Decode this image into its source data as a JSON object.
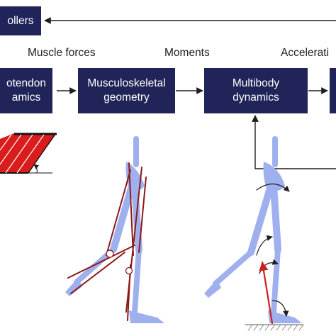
{
  "blocks": {
    "controllers": "ollers",
    "muscle_tendon": "otendon\namics",
    "musculoskeletal": "Musculoskeletal\ngeometry",
    "multibody": "Multibody\ndynamics"
  },
  "signals": {
    "muscle_forces": "Muscle forces",
    "moments": "Moments",
    "accelerations": "Accelerati"
  },
  "colors": {
    "block": "#212458",
    "muscle": "#8b1a1a",
    "bone": "#9fb0ee",
    "force_arrow": "#cc1f1f"
  }
}
